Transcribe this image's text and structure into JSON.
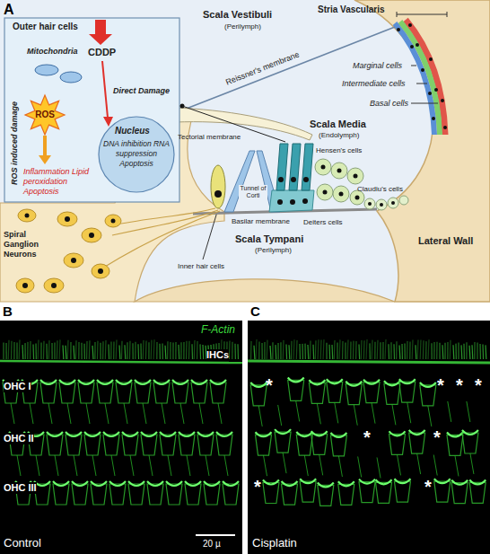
{
  "diagram": {
    "nodes": [
      {
        "text": [
          "Outer hair cells",
          "Mitochondria",
          "CDDP",
          "Direct Damage",
          "ROS induced damage",
          "Inflammation Lipid peroxidation Apoptosis"
        ]
      },
      {
        "text": [
          "ROS"
        ],
        "in": 0
      },
      {
        "text": [
          "Nucleus",
          "DNA inhibition RNA suppression Apoptosis"
        ],
        "in": 0
      },
      {
        "text": [
          "B",
          "F-Actin",
          "IHCs",
          "OHC I",
          "OHC II",
          "OHC III",
          "20 µ",
          "Control"
        ]
      },
      {
        "text": [
          "C",
          "*",
          "*",
          "*",
          "*",
          "*",
          "*",
          "*",
          "*",
          "Cisplatin"
        ]
      }
    ],
    "labels": [
      "A",
      "Scala Vestibuli",
      "(Perilymph)",
      "Stria Vascularis",
      "Marginal cells",
      "Intermediate cells",
      "Basal cells",
      "Reissner's membrane",
      "Scala Media",
      "(Endolymph)",
      "Tectorial membrane",
      "Hensen's cells",
      "Tunnel of Corti",
      "Claudiu's cells",
      "Lateral Wall",
      "Spiral Ganglion Neurons",
      "Inner hair cells",
      "Basilar membrane",
      "Deiters cells",
      "Scala Tympani",
      "(Perilymph)"
    ]
  }
}
